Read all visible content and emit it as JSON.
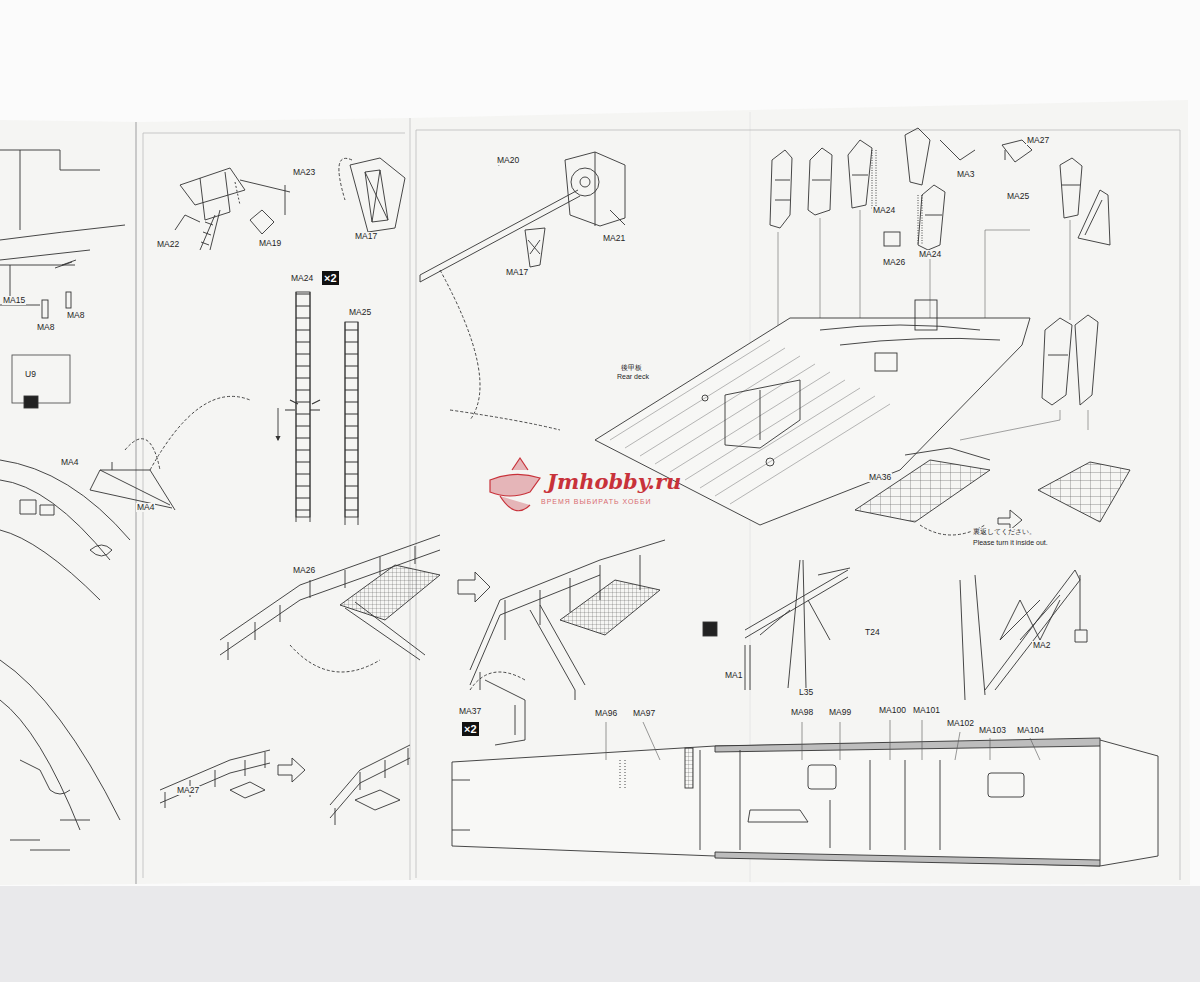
{
  "diagram": {
    "labels": [
      "MA15",
      "MA8",
      "MA8",
      "U9",
      "MA4",
      "MA4",
      "MA22",
      "MA23",
      "MA19",
      "MA17",
      "MA24",
      "×2",
      "MA25",
      "MA26",
      "MA27",
      "MA20",
      "MA21",
      "MA17",
      "MA37",
      "×2",
      "後甲板",
      "Rear deck",
      "MA27",
      "MA25",
      "MA3",
      "MA24",
      "MA24",
      "MA26",
      "MA36",
      "裏返してください。",
      "Please turn it inside out.",
      "T24",
      "MA1",
      "L35",
      "MA2",
      "MA96",
      "MA97",
      "MA98",
      "MA99",
      "MA100",
      "MA101",
      "MA102",
      "MA103",
      "MA104",
      "Jmhobby.ru",
      "ВРЕМЯ ВЫБИРАТЬ ХОББИ"
    ]
  }
}
